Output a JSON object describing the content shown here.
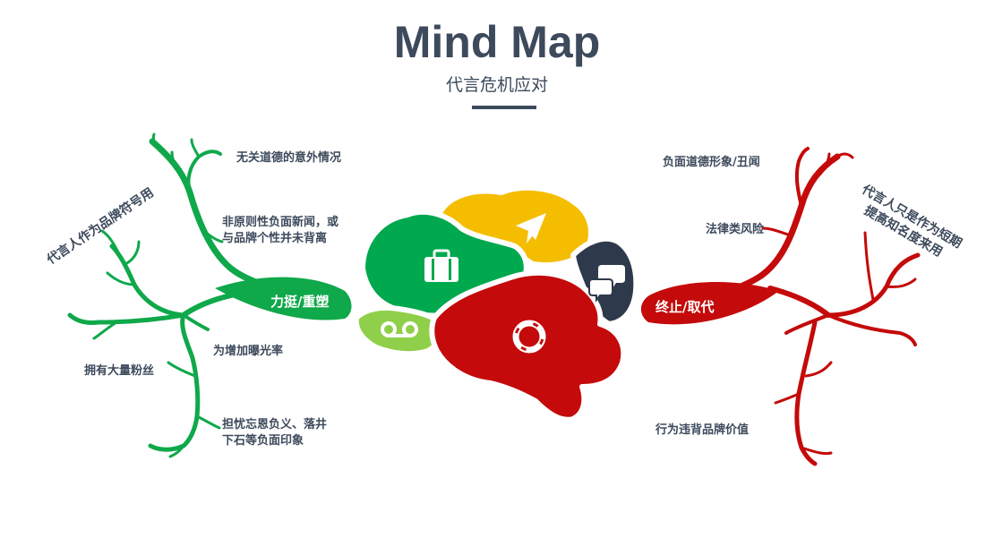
{
  "header": {
    "title": "Mind Map",
    "subtitle": "代言危机应对"
  },
  "colors": {
    "text": "#3d4a5c",
    "green": "#0fa84a",
    "red": "#c40a0a",
    "yellow": "#f5bd00",
    "dark": "#2e3a4c",
    "light_green": "#8fcf4a",
    "brain_green": "#00a84e"
  },
  "left_branch": {
    "label": "力挺/重塑",
    "side_title": "代言人作为品牌符号用",
    "items": [
      "无关道德的意外情况",
      "非原则性负面新闻，或",
      "与品牌个性并未背离",
      "为增加曝光率",
      "拥有大量粉丝",
      "担忧忘恩负义、落井",
      "下石等负面印象"
    ]
  },
  "right_branch": {
    "label": "终止/取代",
    "side_title_line1": "代言人只是作为短期",
    "side_title_line2": "提高知名度来用",
    "items": [
      "负面道德形象/丑闻",
      "法律类风险",
      "行为违背品牌价值"
    ]
  },
  "brain": {
    "icons": [
      "briefcase-icon",
      "paper-plane-icon",
      "chat-bubbles-icon",
      "voicemail-icon",
      "lifebuoy-icon"
    ]
  }
}
